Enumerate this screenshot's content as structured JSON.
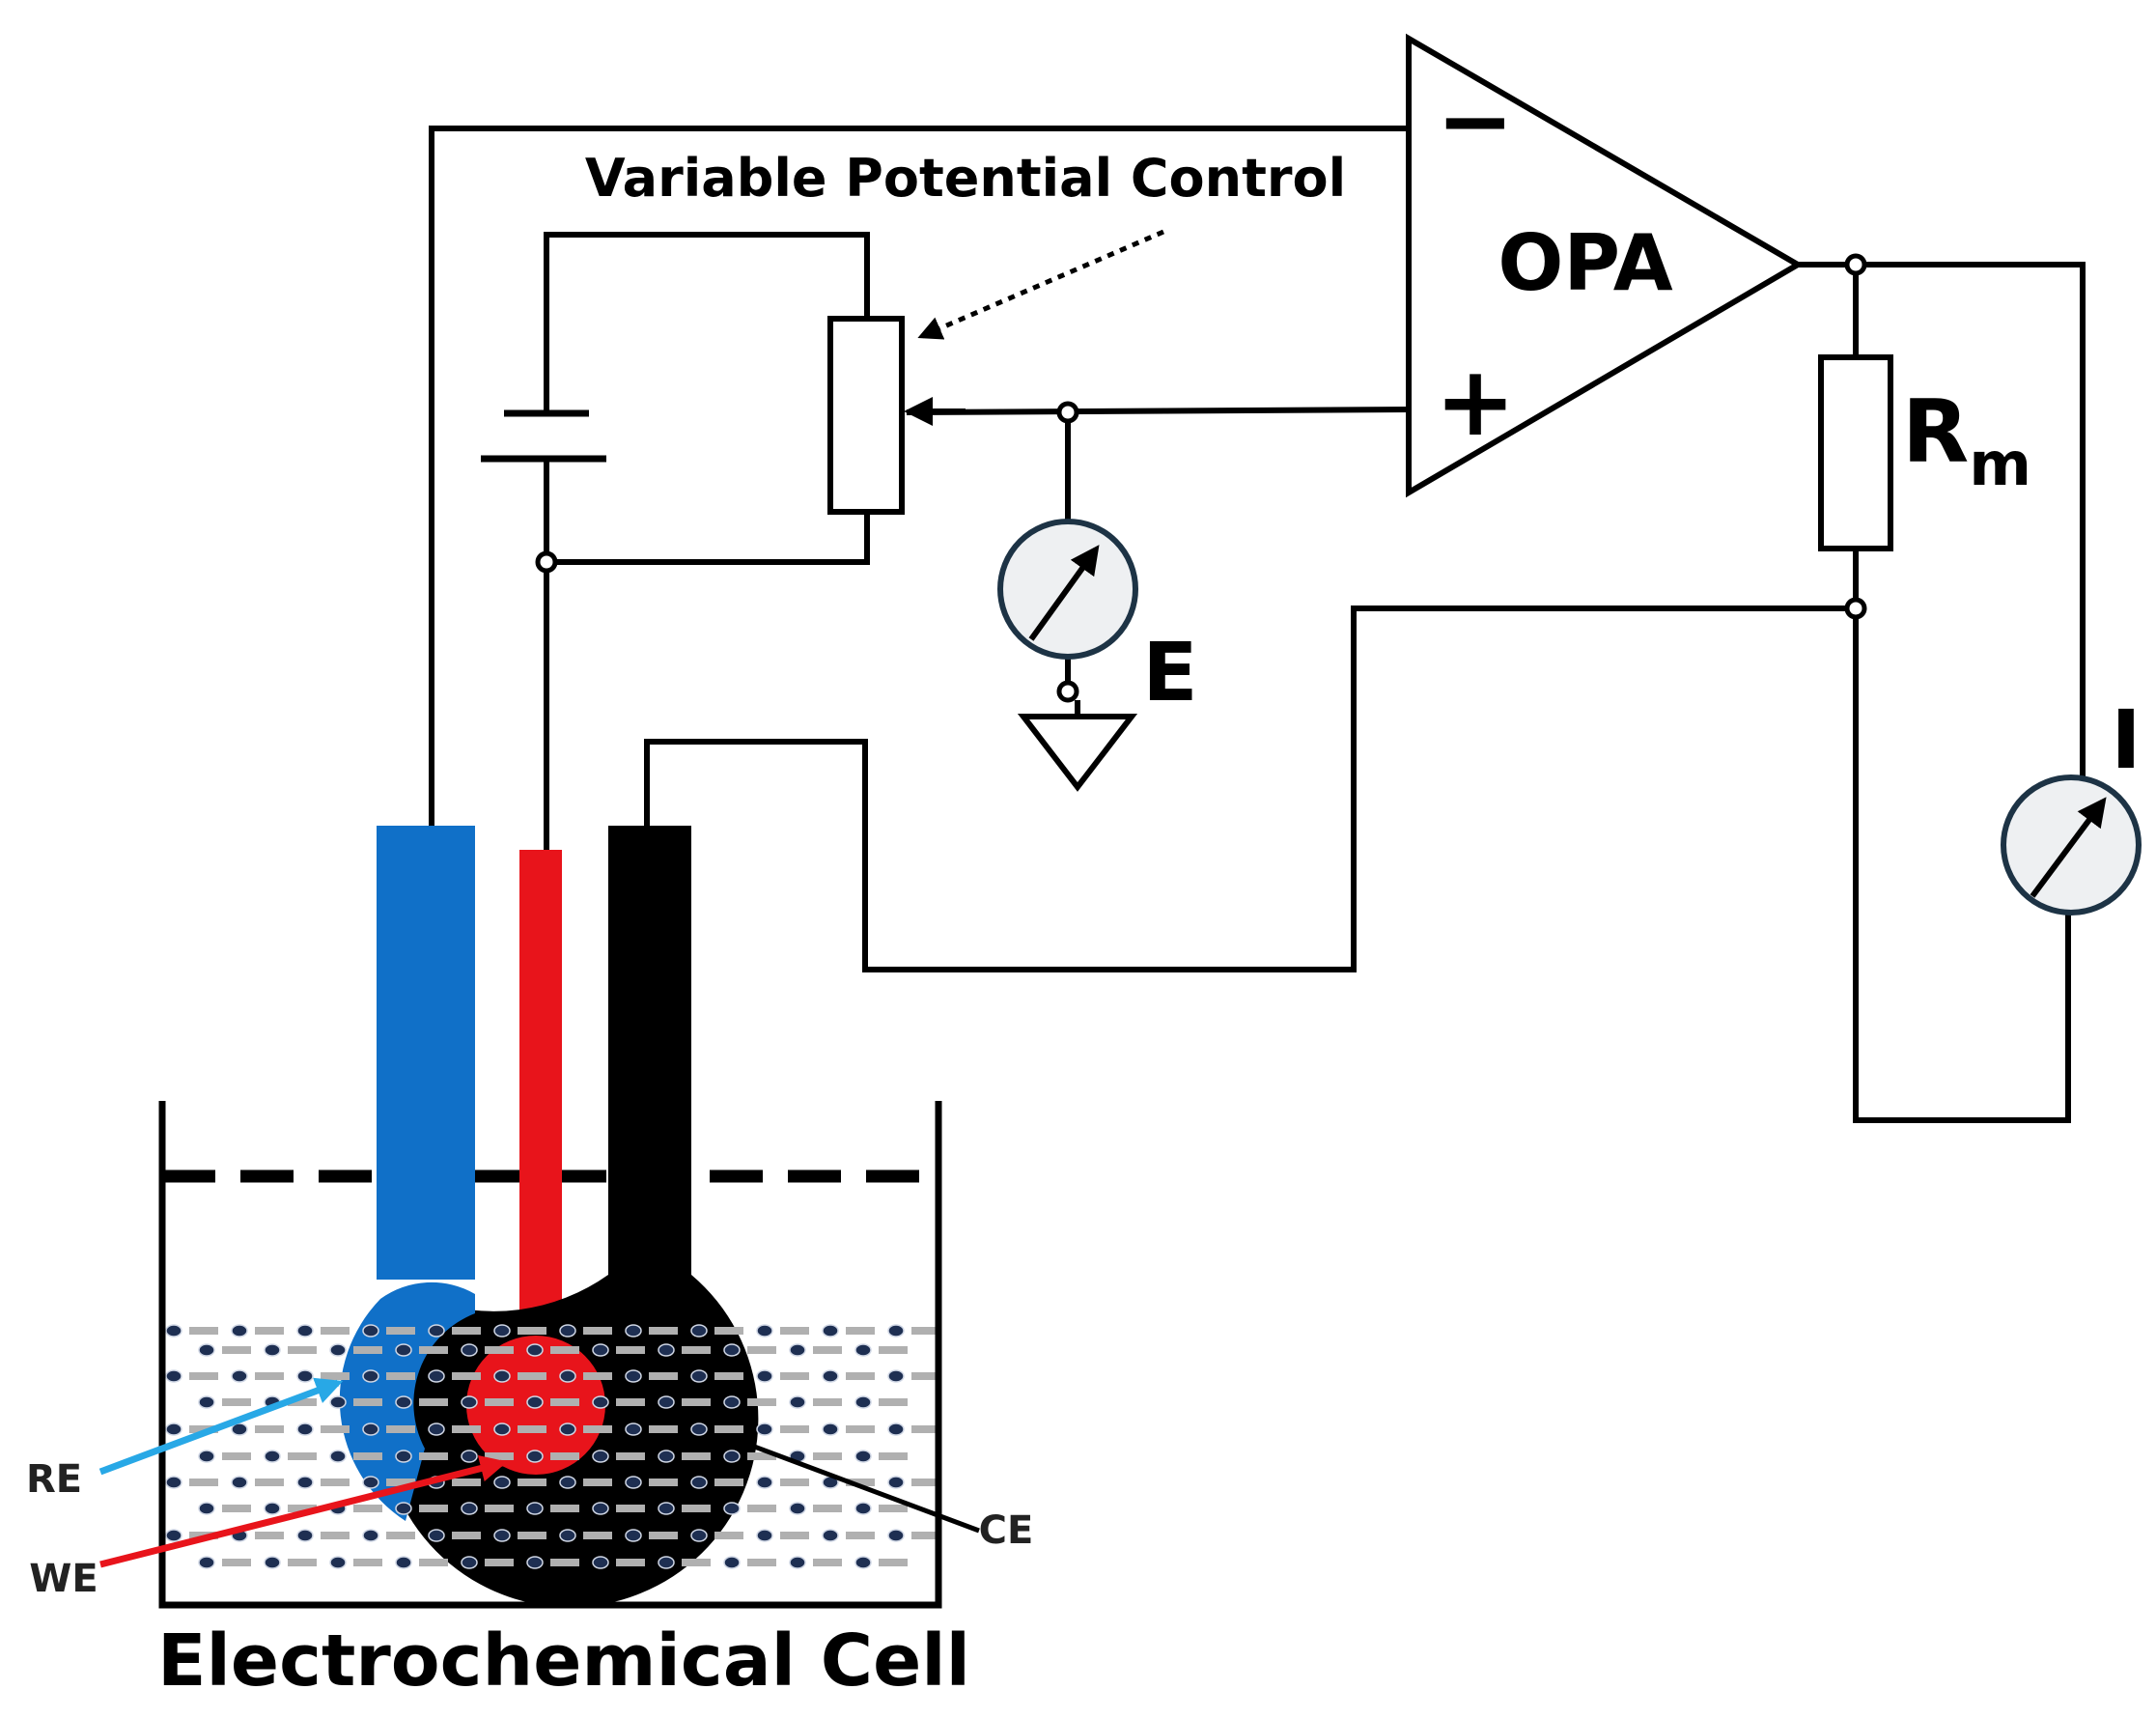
{
  "colors": {
    "reference_electrode": "#1070c8",
    "working_electrode": "#e8141b",
    "counter_electrode": "#000000",
    "meter_fill": "#eef0f2",
    "meter_ring": "#1d3345",
    "ion_dot": "#1e2f52",
    "ion_dash": "#b0b0b0",
    "re_pointer": "#28a8e6",
    "we_pointer": "#e8141b"
  },
  "labels": {
    "control": "Variable Potential Control",
    "amplifier": "OPA",
    "minus": "−",
    "plus": "+",
    "resistor_main": "R",
    "resistor_sub": "m",
    "voltmeter": "E",
    "ammeter": "I",
    "re": "RE",
    "we": "WE",
    "ce": "CE",
    "cell": "Electrochemical Cell"
  },
  "icons": {
    "meter": "meter-arrow-icon",
    "ground": "ground-triangle-icon",
    "battery": "battery-cell-icon",
    "potentiometer": "potentiometer-icon"
  }
}
